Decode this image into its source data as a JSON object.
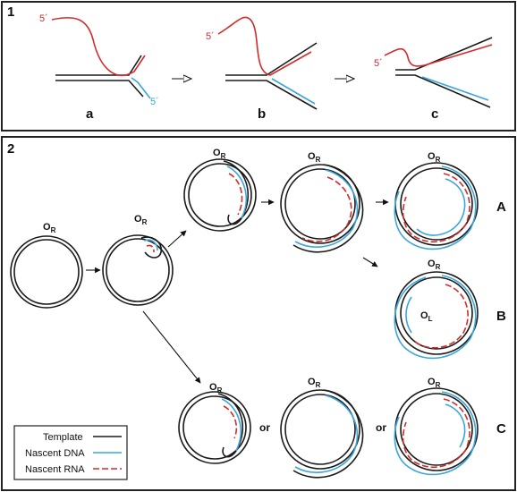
{
  "panel1": {
    "number": "1",
    "prime_label": "5´",
    "sublabels": {
      "a": "a",
      "b": "b",
      "c": "c"
    }
  },
  "panel2": {
    "number": "2",
    "origin_main": "O",
    "origin_R_sub": "R",
    "origin_L_sub": "L",
    "pathway_labels": {
      "A": "A",
      "B": "B",
      "C": "C"
    },
    "separator": "or"
  },
  "legend": {
    "items": [
      {
        "label": "Template",
        "color": "#1a1a1a",
        "style": "solid"
      },
      {
        "label": "Nascent DNA",
        "color": "#3aa6dd",
        "style": "solid"
      },
      {
        "label": "Nascent RNA",
        "color": "#d42a2a",
        "style": "dashed"
      }
    ]
  }
}
